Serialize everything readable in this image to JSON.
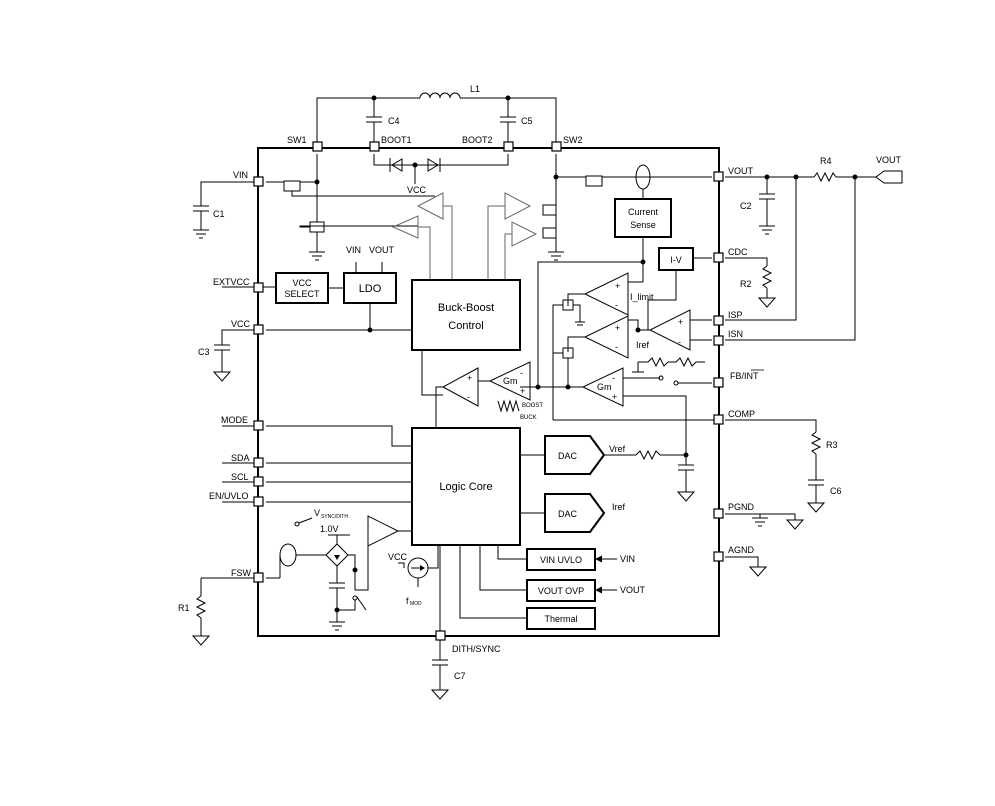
{
  "pins": {
    "sw1": "SW1",
    "boot1": "BOOT1",
    "boot2": "BOOT2",
    "sw2": "SW2",
    "vin": "VIN",
    "extvcc": "EXTVCC",
    "vcc": "VCC",
    "mode": "MODE",
    "sda": "SDA",
    "scl": "SCL",
    "en_uvlo": "EN/UVLO",
    "fsw": "FSW",
    "vout": "VOUT",
    "cdc": "CDC",
    "isp": "ISP",
    "isn": "ISN",
    "fb_int": "FB/INT",
    "comp": "COMP",
    "pgnd": "PGND",
    "agnd": "AGND",
    "dith_sync": "DITH/SYNC"
  },
  "components": {
    "l1": "L1",
    "c4": "C4",
    "c5": "C5",
    "c1": "C1",
    "c2": "C2",
    "c3": "C3",
    "c6": "C6",
    "c7": "C7",
    "r1": "R1",
    "r2": "R2",
    "r3": "R3",
    "r4": "R4",
    "vout_terminal": "VOUT"
  },
  "blocks": {
    "vcc_select_1": "VCC",
    "vcc_select_2": "SELECT",
    "ldo": "LDO",
    "ldo_in": "VIN",
    "ldo_out": "VOUT",
    "buck_boost_1": "Buck-Boost",
    "buck_boost_2": "Control",
    "logic_core": "Logic Core",
    "current_sense_1": "Current",
    "current_sense_2": "Sense",
    "iv": "I-V",
    "dac1": "DAC",
    "dac2": "DAC",
    "vin_uvlo": "VIN UVLO",
    "vout_ovp": "VOUT OVP",
    "thermal": "Thermal",
    "gm1": "Gm",
    "gm2": "Gm"
  },
  "signals": {
    "vcc_boot": "VCC",
    "i_limit": "I_limit",
    "iref_amp": "Iref",
    "vref": "Vref",
    "iref_dac": "Iref",
    "vin_in": "VIN",
    "vout_in": "VOUT",
    "boost": "BOOST",
    "buck": "BUCK",
    "vsync_main": "V",
    "vsync_sub": "SYNC/DITH",
    "v10": "1.0V",
    "vcc_fmod": "VCC",
    "fmod_main": "f",
    "fmod_sub": "MOD",
    "plus": "+",
    "minus": "-"
  }
}
